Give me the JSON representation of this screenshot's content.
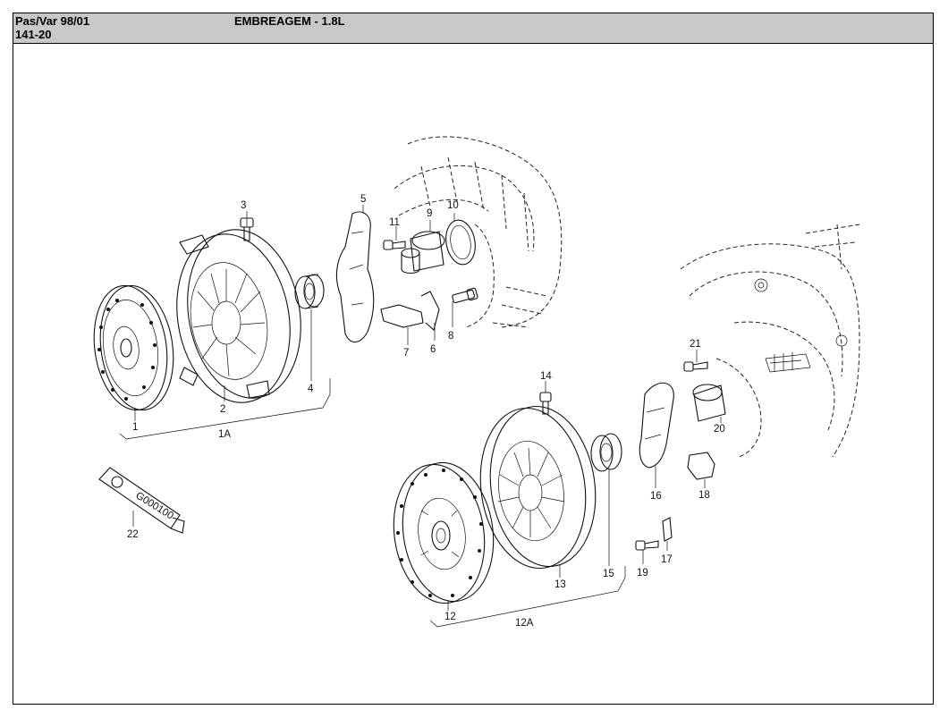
{
  "header": {
    "model": "Pas/Var 98/01",
    "code": "141-20",
    "title": "EMBREAGEM - 1.8L"
  },
  "parts": {
    "p1": "1",
    "p1a": "1A",
    "p2": "2",
    "p3": "3",
    "p4": "4",
    "p5": "5",
    "p6": "6",
    "p7": "7",
    "p8": "8",
    "p9": "9",
    "p10": "10",
    "p11": "11",
    "p12": "12",
    "p12a": "12A",
    "p13": "13",
    "p14": "14",
    "p15": "15",
    "p16": "16",
    "p17": "17",
    "p18": "18",
    "p19": "19",
    "p20": "20",
    "p21": "21",
    "p22": "22"
  },
  "tube_text": "G000100",
  "colors": {
    "header_bg": "#c8c8c8",
    "line": "#111111"
  }
}
